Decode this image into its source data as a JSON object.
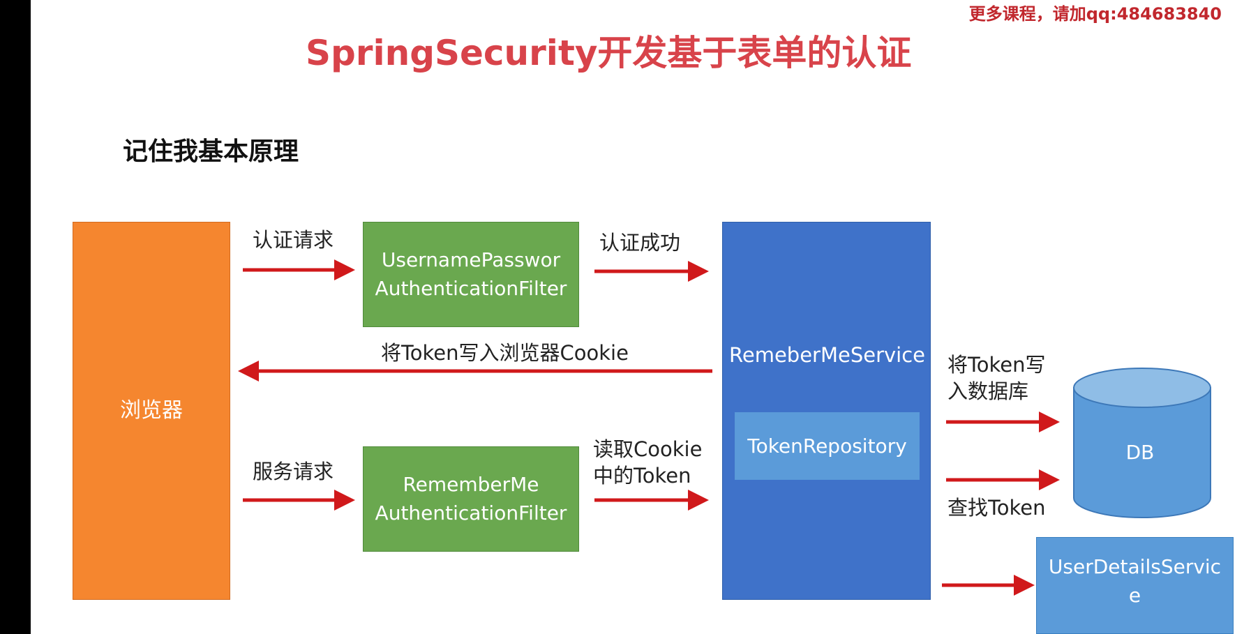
{
  "watermark": "更多课程，请加qq:484683840",
  "title": "SpringSecurity开发基于表单的认证",
  "subtitle": "记住我基本原理",
  "nodes": {
    "browser": "浏览器",
    "username_filter": "UsernamePasswor\nAuthenticationFilter",
    "rememberme_filter": "RememberMe\nAuthenticationFilter",
    "remember_me_service": "RemeberMeService",
    "token_repository": "TokenRepository",
    "db": "DB",
    "user_details_service": "UserDetailsServic\ne"
  },
  "edges": {
    "auth_request": "认证请求",
    "auth_success": "认证成功",
    "write_cookie": "将Token写入浏览器Cookie",
    "service_request": "服务请求",
    "read_cookie": "读取Cookie\n中的Token",
    "write_db": "将Token写\n入数据库",
    "find_token": "查找Token"
  },
  "colors": {
    "background": "#ffffff",
    "frame": "#000000",
    "title": "#d8434a",
    "watermark": "#c1272d",
    "browser": "#f5862f",
    "filter": "#6aa84f",
    "service": "#3f72c9",
    "inner": "#5b9bd9",
    "db": "#5b9bd9",
    "db_top": "#8fbde6",
    "arrow": "#d0191b"
  }
}
